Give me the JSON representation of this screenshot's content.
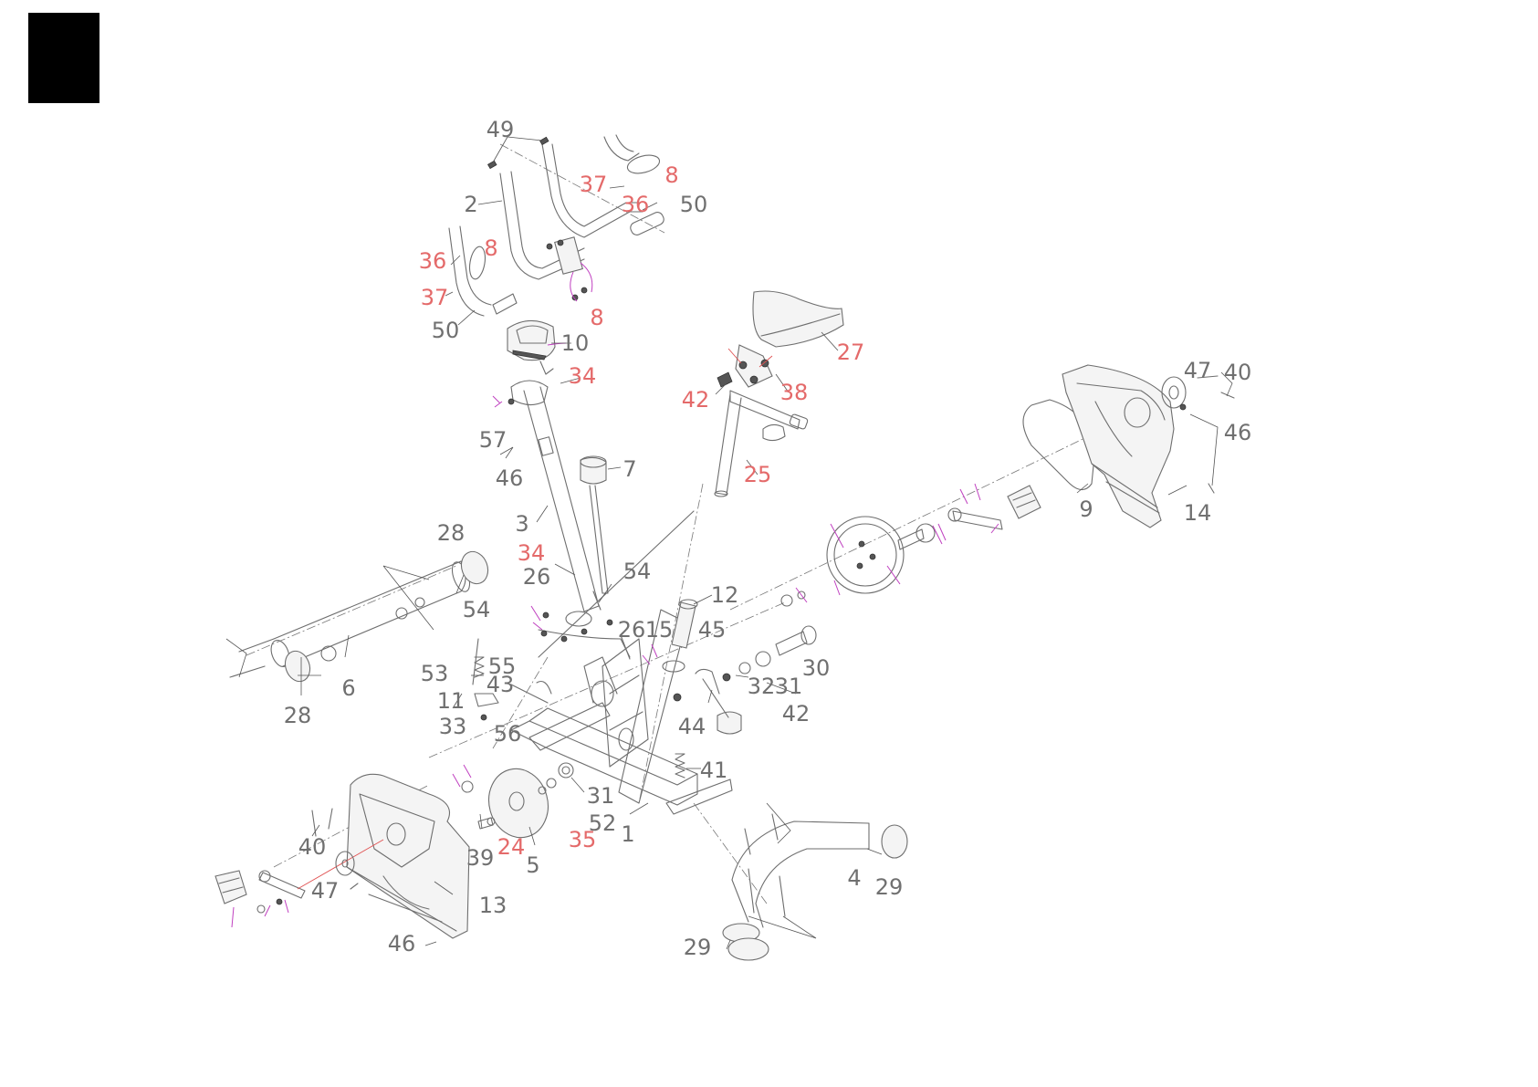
{
  "colors": {
    "tab": "#000000",
    "part_line": "#6e6e6e",
    "label_normal": "#707070",
    "label_highlight": "#e46a6a",
    "magenta_leader": "#c040c0"
  },
  "labels": [
    {
      "text": "49",
      "color": "normal"
    },
    {
      "text": "2",
      "color": "normal"
    },
    {
      "text": "37",
      "color": "red"
    },
    {
      "text": "8",
      "color": "red"
    },
    {
      "text": "36",
      "color": "red"
    },
    {
      "text": "50",
      "color": "normal"
    },
    {
      "text": "8",
      "color": "red"
    },
    {
      "text": "36",
      "color": "red"
    },
    {
      "text": "37",
      "color": "red"
    },
    {
      "text": "8",
      "color": "red"
    },
    {
      "text": "50",
      "color": "normal"
    },
    {
      "text": "10",
      "color": "normal"
    },
    {
      "text": "34",
      "color": "red"
    },
    {
      "text": "27",
      "color": "red"
    },
    {
      "text": "42",
      "color": "red"
    },
    {
      "text": "38",
      "color": "red"
    },
    {
      "text": "57",
      "color": "normal"
    },
    {
      "text": "46",
      "color": "normal"
    },
    {
      "text": "7",
      "color": "normal"
    },
    {
      "text": "25",
      "color": "red"
    },
    {
      "text": "3",
      "color": "normal"
    },
    {
      "text": "47",
      "color": "normal"
    },
    {
      "text": "40",
      "color": "normal"
    },
    {
      "text": "46",
      "color": "normal"
    },
    {
      "text": "9",
      "color": "normal"
    },
    {
      "text": "14",
      "color": "normal"
    },
    {
      "text": "28",
      "color": "normal"
    },
    {
      "text": "34",
      "color": "red"
    },
    {
      "text": "26",
      "color": "normal"
    },
    {
      "text": "54",
      "color": "normal"
    },
    {
      "text": "12",
      "color": "normal"
    },
    {
      "text": "54",
      "color": "normal"
    },
    {
      "text": "26",
      "color": "normal"
    },
    {
      "text": "15",
      "color": "normal"
    },
    {
      "text": "45",
      "color": "normal"
    },
    {
      "text": "30",
      "color": "normal"
    },
    {
      "text": "55",
      "color": "normal"
    },
    {
      "text": "53",
      "color": "normal"
    },
    {
      "text": "43",
      "color": "normal"
    },
    {
      "text": "32",
      "color": "normal"
    },
    {
      "text": "31",
      "color": "normal"
    },
    {
      "text": "11",
      "color": "normal"
    },
    {
      "text": "6",
      "color": "normal"
    },
    {
      "text": "42",
      "color": "normal"
    },
    {
      "text": "28",
      "color": "normal"
    },
    {
      "text": "33",
      "color": "normal"
    },
    {
      "text": "56",
      "color": "normal"
    },
    {
      "text": "44",
      "color": "normal"
    },
    {
      "text": "41",
      "color": "normal"
    },
    {
      "text": "31",
      "color": "normal"
    },
    {
      "text": "52",
      "color": "normal"
    },
    {
      "text": "40",
      "color": "normal"
    },
    {
      "text": "39",
      "color": "normal"
    },
    {
      "text": "24",
      "color": "red"
    },
    {
      "text": "35",
      "color": "red"
    },
    {
      "text": "1",
      "color": "normal"
    },
    {
      "text": "5",
      "color": "normal"
    },
    {
      "text": "47",
      "color": "normal"
    },
    {
      "text": "4",
      "color": "normal"
    },
    {
      "text": "29",
      "color": "normal"
    },
    {
      "text": "13",
      "color": "normal"
    },
    {
      "text": "46",
      "color": "normal"
    },
    {
      "text": "29",
      "color": "normal"
    }
  ]
}
